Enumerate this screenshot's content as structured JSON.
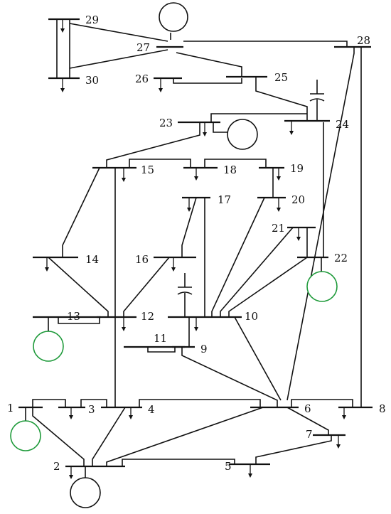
{
  "diagram": {
    "type": "ieee-30-bus-one-line",
    "bus_labels": [
      "1",
      "2",
      "3",
      "4",
      "5",
      "6",
      "7",
      "8",
      "9",
      "10",
      "11",
      "12",
      "13",
      "14",
      "15",
      "16",
      "17",
      "18",
      "19",
      "20",
      "21",
      "22",
      "23",
      "24",
      "25",
      "26",
      "27",
      "28",
      "29",
      "30"
    ],
    "generator_colors": {
      "grid": "#111111",
      "renewable": "#1e9a3a"
    }
  }
}
